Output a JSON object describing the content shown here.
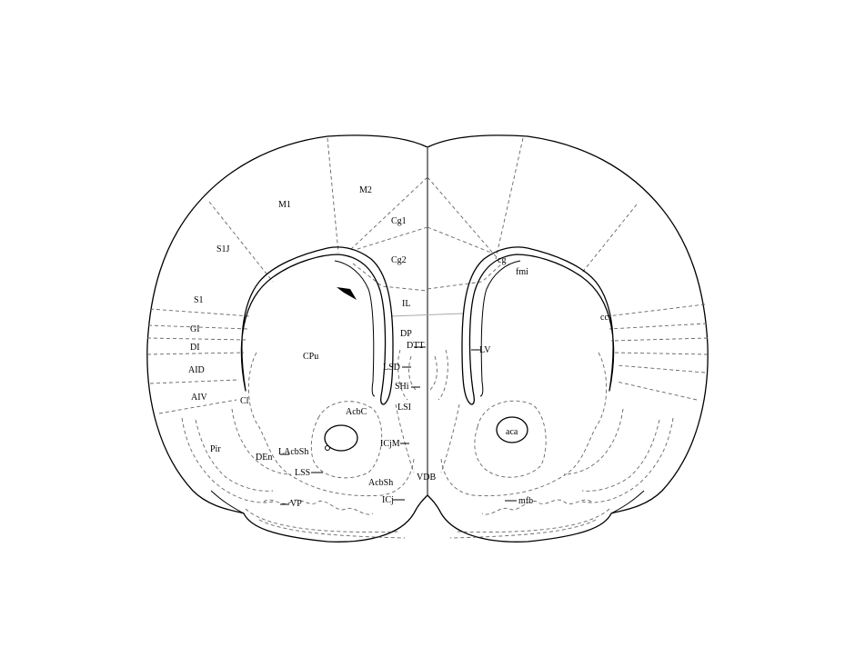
{
  "labels": {
    "M1": "M1",
    "M2": "M2",
    "Cg1": "Cg1",
    "Cg2": "Cg2",
    "S1J": "S1J",
    "S1": "S1",
    "IL": "IL",
    "GI": "GI",
    "DI": "DI",
    "AID": "AID",
    "AIV": "AIV",
    "CPu": "CPu",
    "DP": "DP",
    "DTT": "DTT",
    "LSD": "LSD",
    "SHi": "SHi",
    "LSI": "LSI",
    "Cl": "Cl",
    "AcbC": "AcbC",
    "ICjM": "ICjM",
    "Pir": "Pir",
    "DEn": "DEn",
    "LAcbSh": "LAcbSh",
    "LSS": "LSS",
    "AcbSh": "AcbSh",
    "VDB": "VDB",
    "VP": "VP",
    "ICj": "ICj",
    "cg": "cg",
    "fmi": "fmi",
    "cc": "cc",
    "LV": "LV",
    "aca": "aca",
    "mfb": "mfb"
  }
}
